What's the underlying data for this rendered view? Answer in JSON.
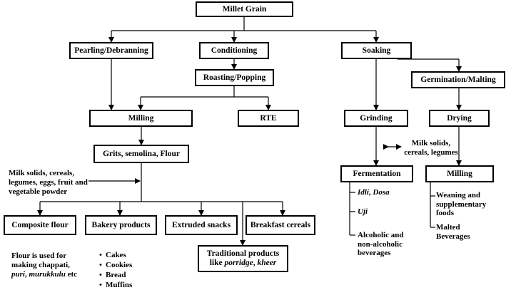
{
  "boxes": {
    "millet_grain": "Millet Grain",
    "pearling": "Pearling/Debranning",
    "conditioning": "Conditioning",
    "soaking": "Soaking",
    "roasting": "Roasting/Popping",
    "germination": "Germination/Malting",
    "milling_left": "Milling",
    "rte": "RTE",
    "grinding": "Grinding",
    "drying": "Drying",
    "grits": "Grits, semolina, Flour",
    "fermentation": "Fermentation",
    "milling_right": "Milling",
    "composite_flour": "Composite flour",
    "bakery": "Bakery products",
    "extruded": "Extruded snacks",
    "breakfast": "Breakfast cereals",
    "traditional_line1": "Traditional products",
    "traditional_like": "like ",
    "traditional_porridge": "porridge",
    "traditional_comma": ", ",
    "traditional_kheer": "kheer"
  },
  "notes": {
    "additives_left": "Milk solids, cereals, legumes, eggs,  fruit and vegetable powder",
    "additives_right": "Milk solids, cereals, legumes",
    "flour_use_line1": "Flour is used for",
    "flour_use_line2": "making chappati,",
    "flour_use_puri": "puri",
    "flour_use_sep": ", ",
    "flour_use_murukkulu": "murukkulu",
    "flour_use_etc": " etc"
  },
  "bakery_items": [
    "Cakes",
    "Cookies",
    "Bread",
    "Muffins"
  ],
  "fermentation_items": {
    "idli": "Idli",
    "sep": ", ",
    "dosa": "Dosa",
    "uji": "Uji",
    "alcoholic": "Alcoholic and non-alcoholic beverages"
  },
  "weaning_items": [
    "Weaning and supplementary foods",
    "Malted Beverages"
  ]
}
